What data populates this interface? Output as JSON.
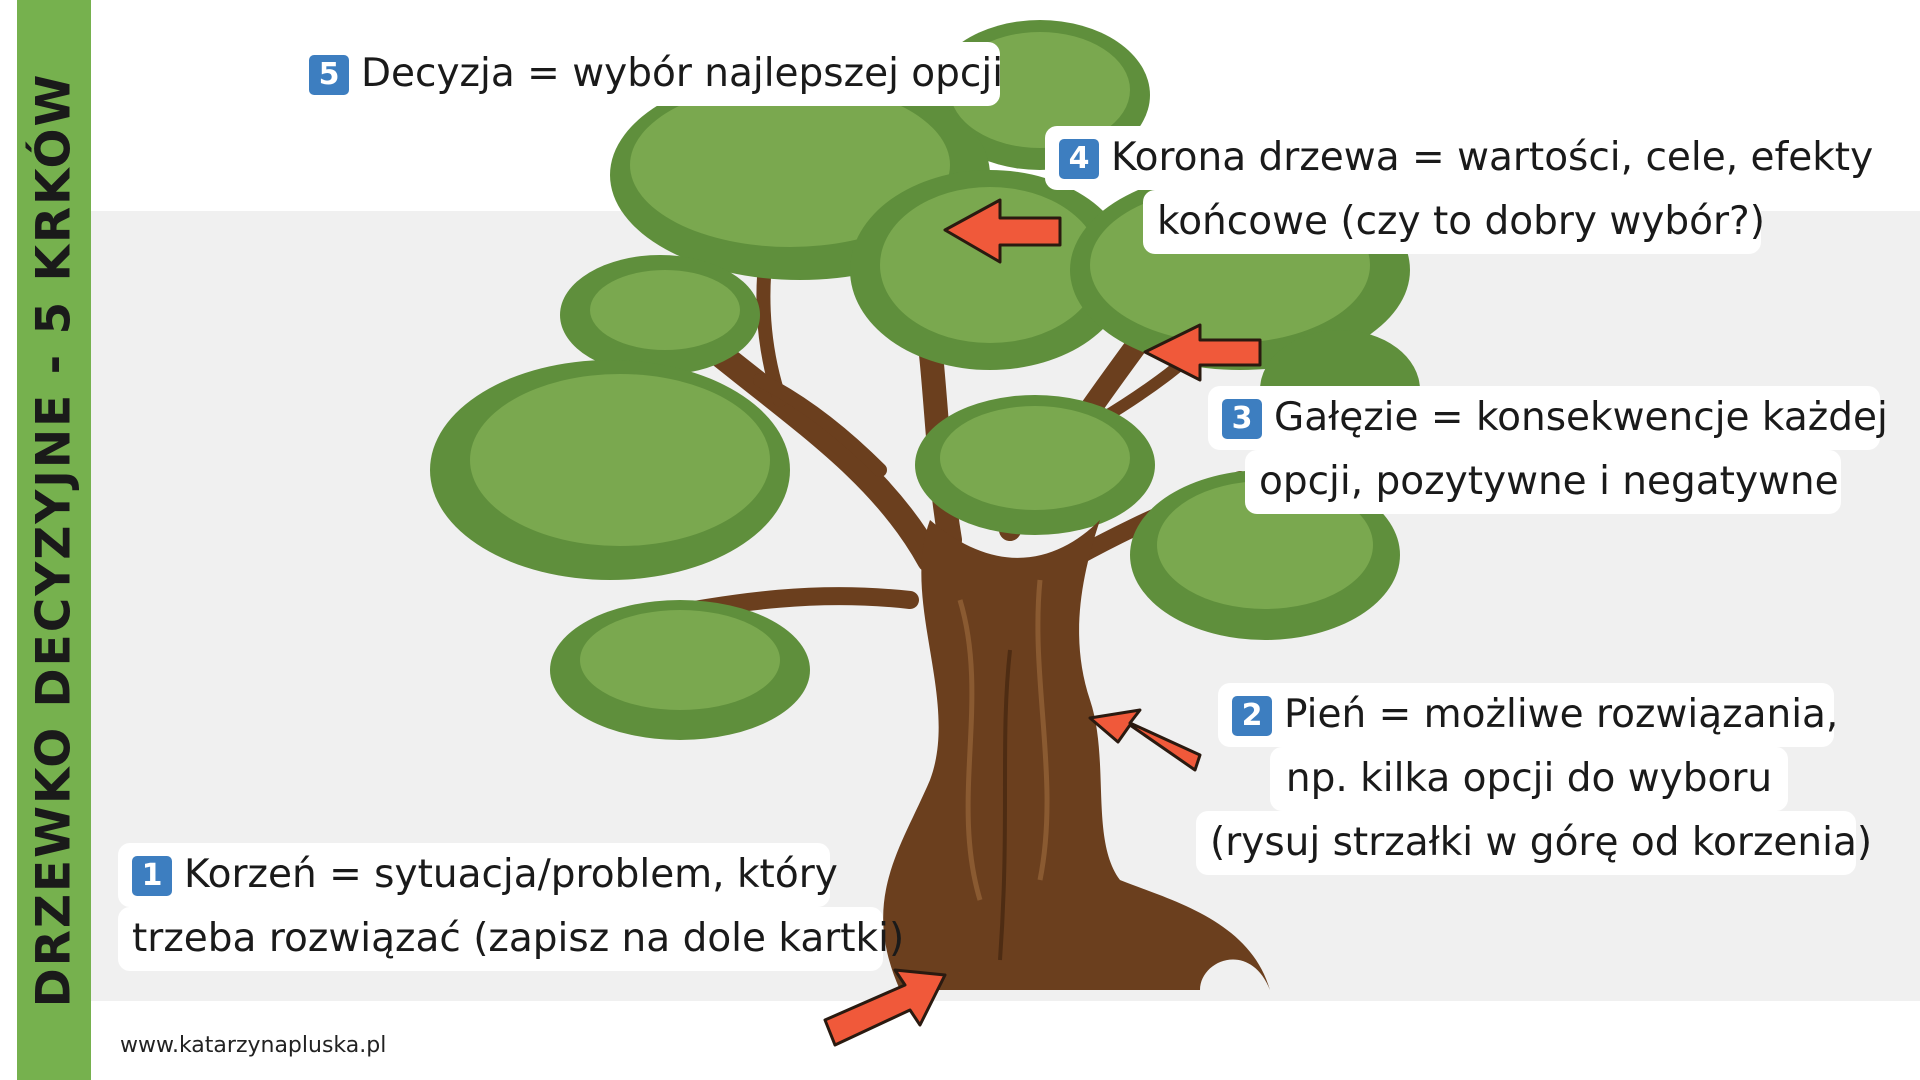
{
  "sidebar": {
    "title": "DRZEWKO DECYZYJNE - 5 KRKÓW"
  },
  "colors": {
    "sidebar_green": "#76b14e",
    "band_gray": "#f0f0f0",
    "badge_blue": "#3d7ec0",
    "arrow_red": "#f0593a",
    "trunk_brown": "#6b3f1e",
    "foliage_green": "#6b9a46"
  },
  "steps": [
    {
      "number": "1",
      "lines": [
        "Korzeń = sytuacja/problem, który",
        "trzeba rozwiązać (zapisz na dole kartki)"
      ]
    },
    {
      "number": "2",
      "lines": [
        "Pień = możliwe rozwiązania,",
        "np. kilka opcji do wyboru",
        "(rysuj strzałki w górę od korzenia)"
      ]
    },
    {
      "number": "3",
      "lines": [
        "Gałęzie = konsekwencje każdej",
        "opcji, pozytywne i negatywne"
      ]
    },
    {
      "number": "4",
      "lines": [
        "Korona drzewa = wartości, cele, efekty",
        "końcowe (czy to dobry wybór?)"
      ]
    },
    {
      "number": "5",
      "lines": [
        "Decyzja = wybór najlepszej opcji"
      ]
    }
  ],
  "footer": {
    "website": "www.katarzynapluska.pl"
  }
}
